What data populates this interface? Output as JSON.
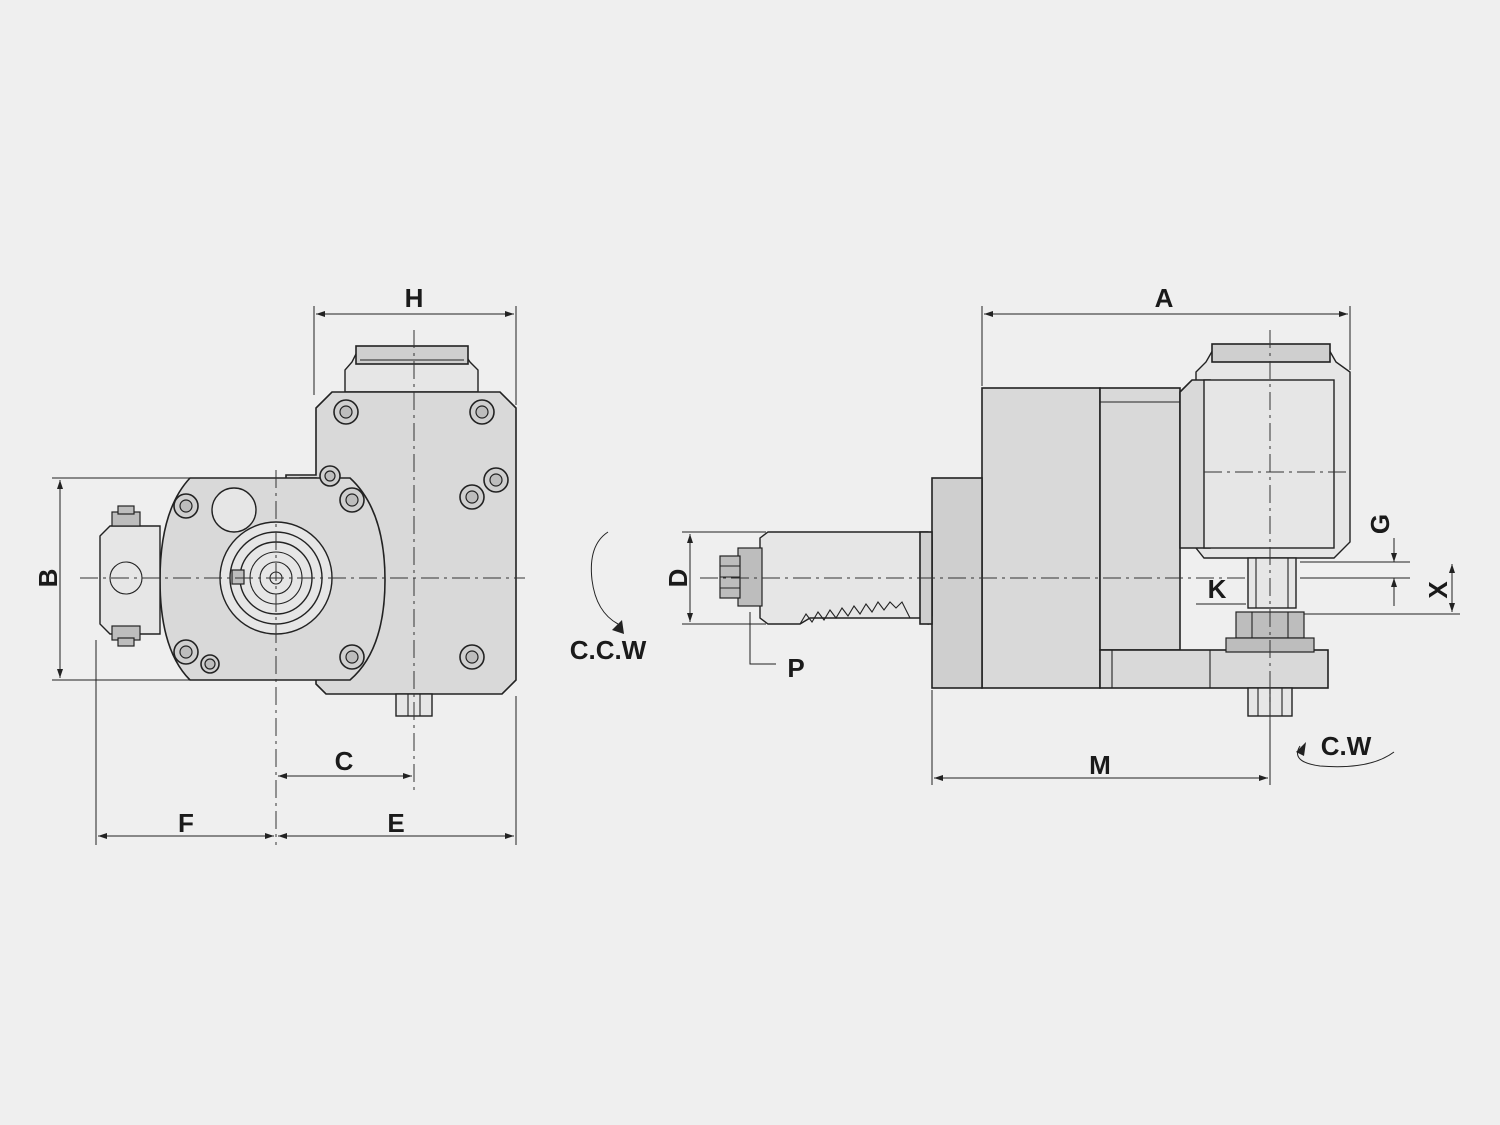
{
  "labels": {
    "H": "H",
    "B": "B",
    "C": "C",
    "E": "E",
    "F": "F",
    "A": "A",
    "D": "D",
    "P": "P",
    "M": "M",
    "G": "G",
    "K": "K",
    "X": "X",
    "ccw": "C.C.W",
    "cw": "C.W"
  },
  "colors": {
    "background": "#efefef",
    "body": "#d9d9d9",
    "line": "#222222"
  }
}
